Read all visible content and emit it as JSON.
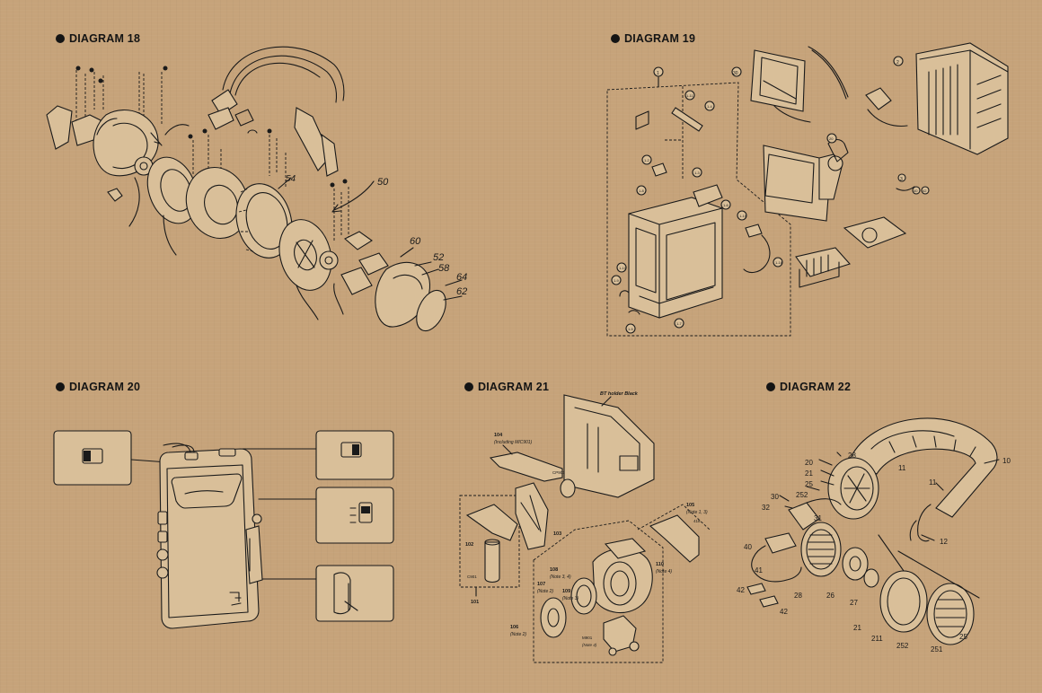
{
  "diagrams": [
    {
      "id": "d18",
      "heading": "DIAGRAM 18"
    },
    {
      "id": "d19",
      "heading": "DIAGRAM 19"
    },
    {
      "id": "d20",
      "heading": "DIAGRAM 20"
    },
    {
      "id": "d21",
      "heading": "DIAGRAM 21"
    },
    {
      "id": "d22",
      "heading": "DIAGRAM 22"
    }
  ],
  "d18_labels": {
    "l50": "50",
    "l54": "54",
    "l60": "60",
    "l52": "52",
    "l58": "58",
    "l64": "64",
    "l62": "62"
  },
  "d19_labels": {
    "l1": "1",
    "l2": "2",
    "l3": "3",
    "l30": "30",
    "l11": "1-11",
    "l14": "1-4",
    "l12": "1-2",
    "l13": "1-3",
    "l16": "1-6",
    "l18": "1-8",
    "l110": "1-10",
    "l19": "1-9",
    "l15": "1-5",
    "l17": "1-7",
    "l115": "1-15",
    "l116": "1-16",
    "l20": "20",
    "l40": "40",
    "l42": "42"
  },
  "d21_labels": {
    "holder": "BT holder Black",
    "l104": "104",
    "l104n": "(Including MIC901)",
    "lcp901": "CP901",
    "l102": "102",
    "lc901": "C901",
    "l101": "101",
    "l103": "103",
    "l105": "105",
    "l105n": "(Note 1, 3)",
    "l418": "418",
    "l106": "106",
    "l106n": "(Note 2)",
    "l107": "107",
    "l107n": "(Note 2)",
    "l110": "110",
    "l110n": "(Note 4)",
    "l109": "109",
    "l109n": "(Note 3)",
    "l108": "108",
    "l108n": "(Note 3, 4)",
    "lm901": "M901",
    "lm901n": "(Note 4)"
  },
  "d22_labels": {
    "l10": "10",
    "l11a": "11",
    "l11b": "11",
    "l12": "12",
    "l20": "20",
    "l21a": "21",
    "l25a": "25",
    "l28a": "28",
    "l252a": "252",
    "l30": "30",
    "l31": "31",
    "l32": "32",
    "l40": "40",
    "l41": "41",
    "l42a": "42",
    "l42b": "42",
    "l28b": "28",
    "l26": "26",
    "l27": "27",
    "l21b": "21",
    "l211": "211",
    "l252b": "252",
    "l251": "251",
    "l25b": "25"
  },
  "colors": {
    "paper": "#c6a37a",
    "ink": "#1a1a1a"
  }
}
